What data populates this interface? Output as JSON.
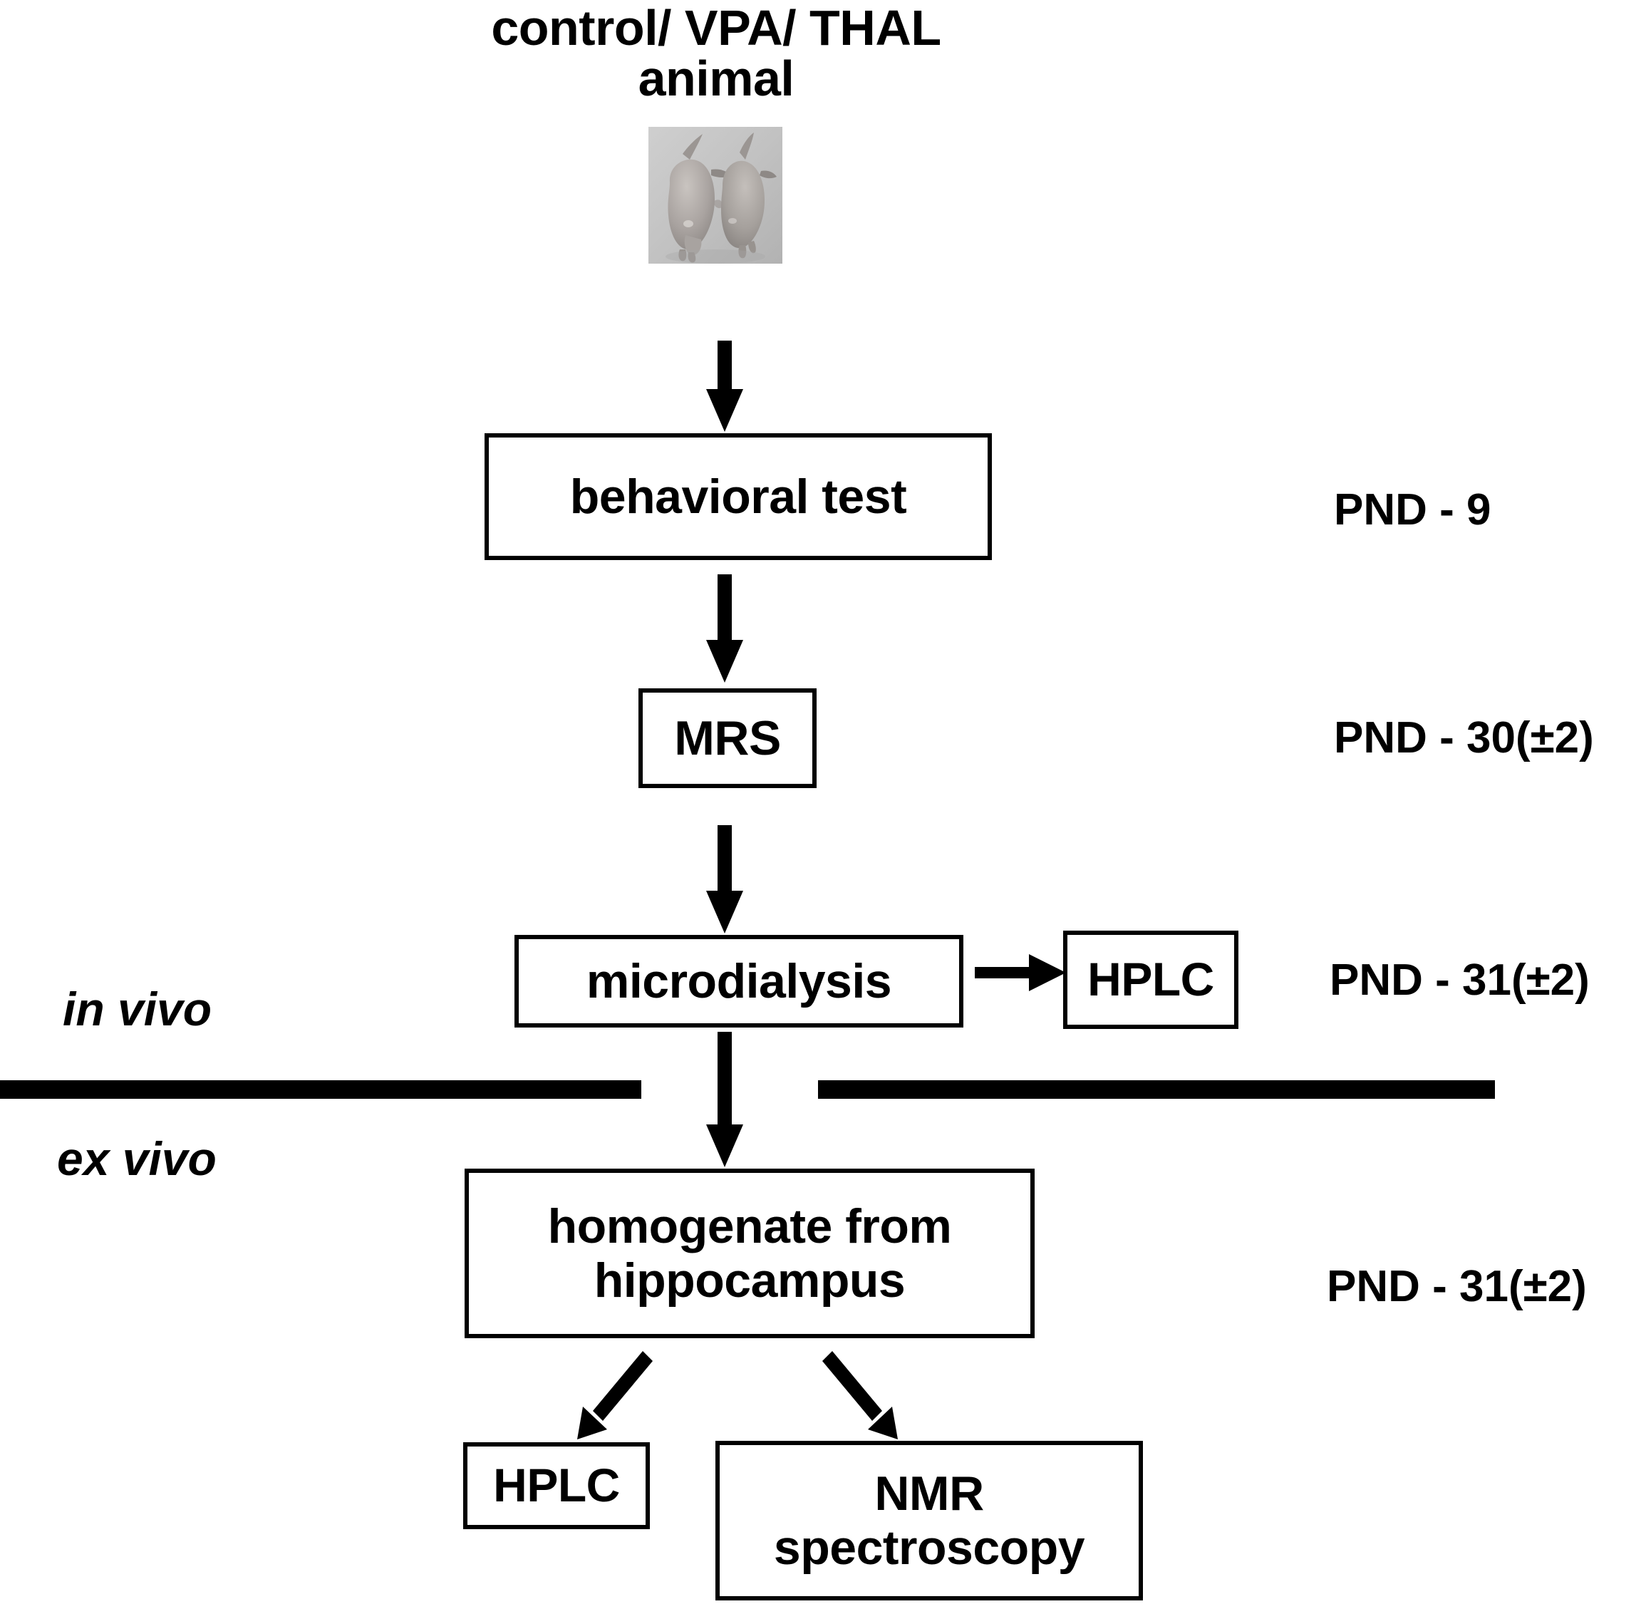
{
  "figure": {
    "type": "experimental-workflow-flowchart",
    "title": "control/ VPA/ THAL\nanimal",
    "photo": {
      "name": "neonatal-rat-pups-photo",
      "description": "two neonatal rat pups on light background",
      "background_color": "#b5b5b5"
    },
    "phase_labels": [
      {
        "key": "in_vivo",
        "text": "in vivo"
      },
      {
        "key": "ex_vivo",
        "text": "ex vivo"
      }
    ],
    "nodes": [
      {
        "key": "behavioral_test",
        "label": "behavioral test"
      },
      {
        "key": "mrs",
        "label": "MRS"
      },
      {
        "key": "microdialysis",
        "label": "microdialysis"
      },
      {
        "key": "hplc_in_vivo",
        "label": "HPLC"
      },
      {
        "key": "homogenate",
        "label": "homogenate from\nhippocampus"
      },
      {
        "key": "hplc_ex_vivo",
        "label": "HPLC"
      },
      {
        "key": "nmr",
        "label": "NMR\nspectroscopy"
      }
    ],
    "timepoints": [
      {
        "key": "pnd_behavioral",
        "label": "PND - 9"
      },
      {
        "key": "pnd_mrs",
        "label": "PND - 30(±2)"
      },
      {
        "key": "pnd_microdialysis",
        "label": "PND - 31(±2)"
      },
      {
        "key": "pnd_homogenate",
        "label": "PND - 31(±2)"
      }
    ],
    "colors": {
      "stroke": "#000000",
      "background": "#ffffff"
    }
  }
}
